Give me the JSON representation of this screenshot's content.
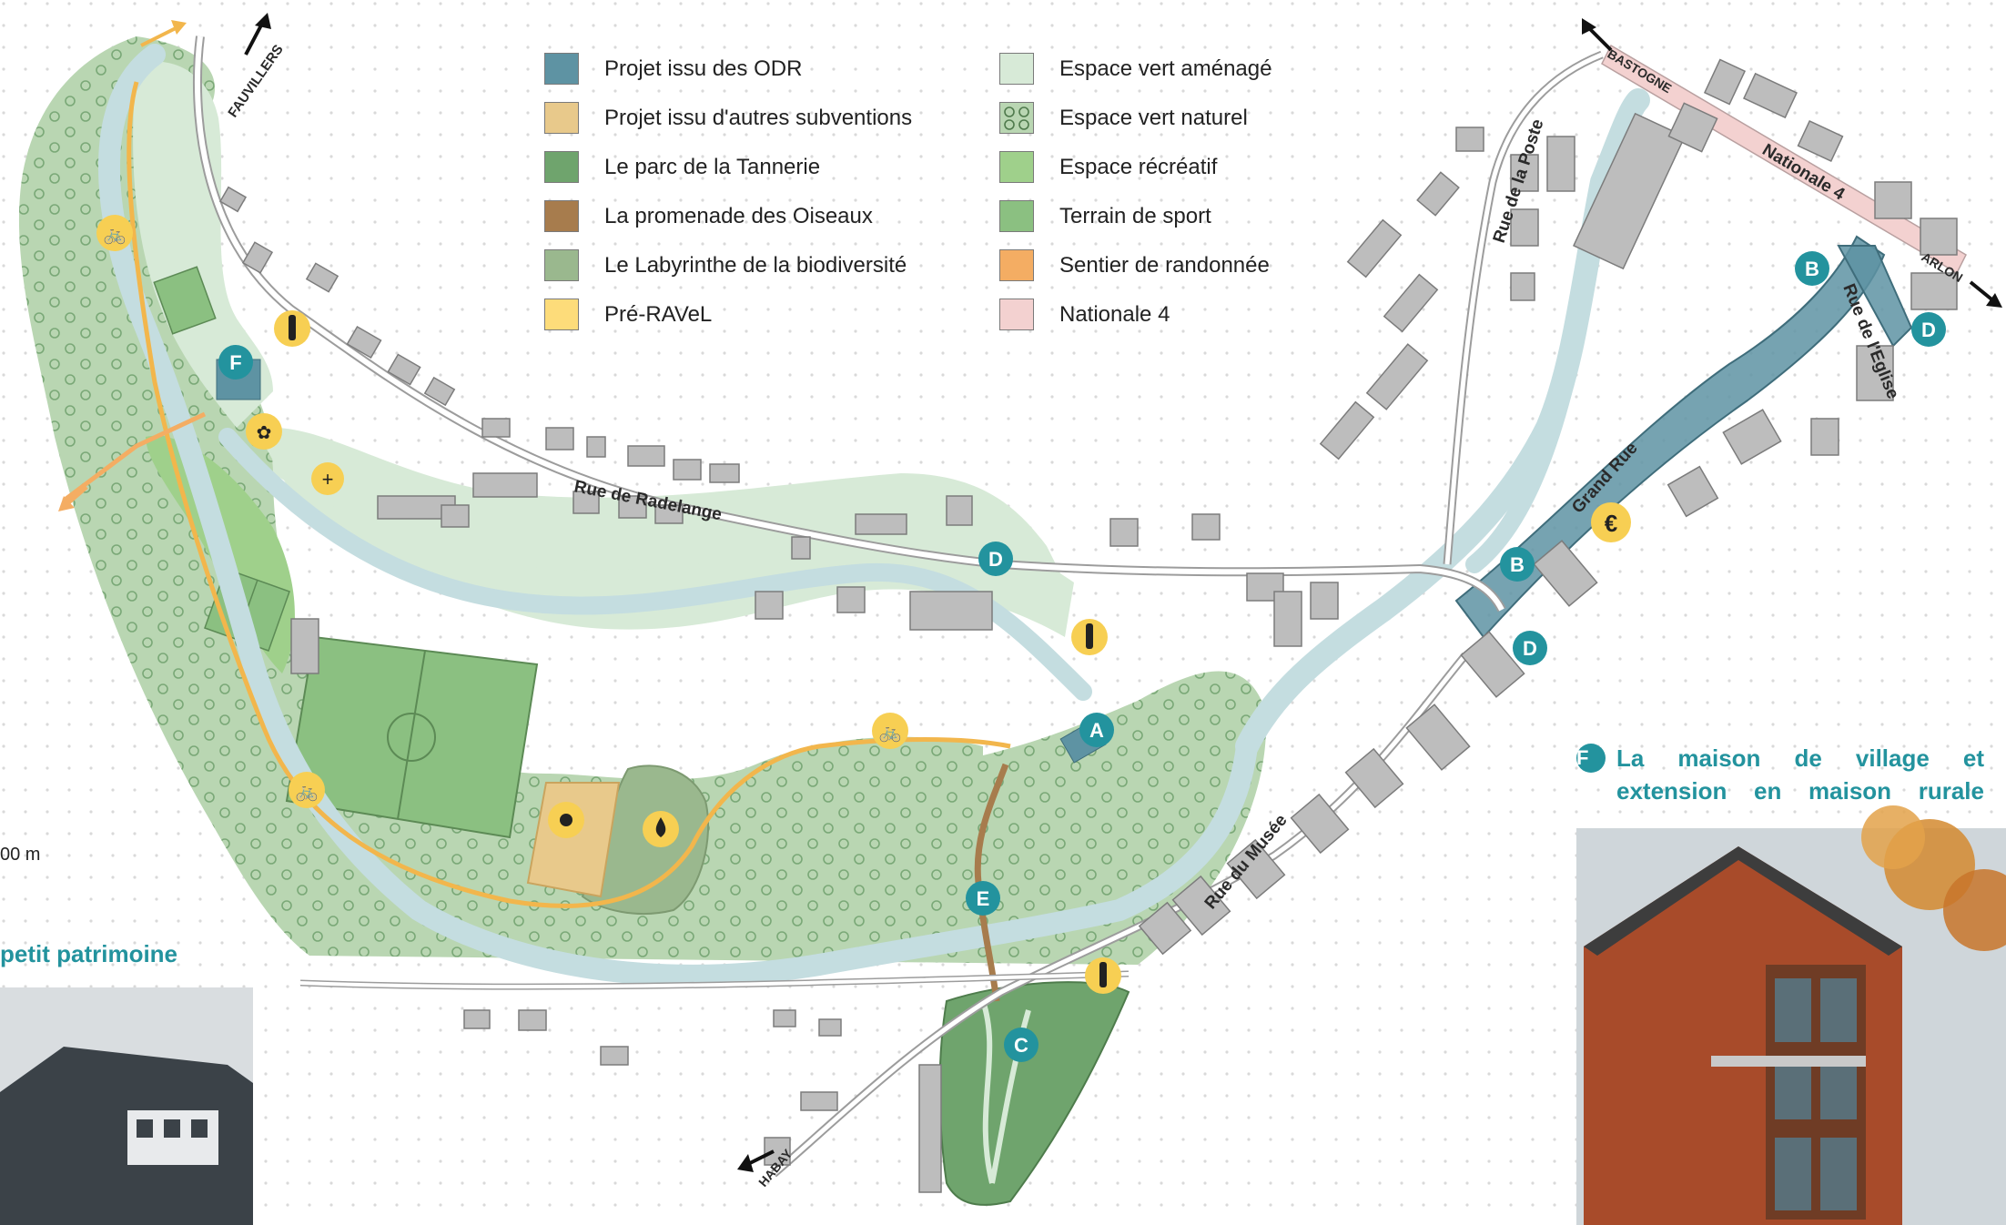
{
  "legend": [
    {
      "label": "Projet issu des ODR",
      "color": "#5e93a3"
    },
    {
      "label": "Espace vert aménagé",
      "color": "#d7ead7"
    },
    {
      "label": "Projet issu d'autres subventions",
      "color": "#e8c98b"
    },
    {
      "label": "Espace vert naturel",
      "color": "#b9d6b2",
      "pattern": "circles"
    },
    {
      "label": "Le parc de la Tannerie",
      "color": "#6fa46d"
    },
    {
      "label": "Espace récréatif",
      "color": "#9fd08b"
    },
    {
      "label": "La promenade des Oiseaux",
      "color": "#a77c4d"
    },
    {
      "label": "Terrain de sport",
      "color": "#8bc081"
    },
    {
      "label": "Le Labyrinthe de la biodiversité",
      "color": "#9ab88e"
    },
    {
      "label": "Sentier de randonnée",
      "color": "#f4ad63"
    },
    {
      "label": "Pré-RAVeL",
      "color": "#fddc7a"
    },
    {
      "label": "Nationale 4",
      "color": "#f3d1d0"
    }
  ],
  "roads": {
    "radelange": "Rue de Radelange",
    "poste": "Rue de la Poste",
    "nationale": "Nationale 4",
    "eglise": "Rue de l'Eglise",
    "grand_rue": "Grand Rue",
    "musee": "Rue du Musée"
  },
  "directions": {
    "fauvillers": "FAUVILLERS",
    "bastogne": "BASTOGNE",
    "arlon": "ARLON",
    "habay": "HABAY"
  },
  "markers": {
    "a": "A",
    "b1": "B",
    "b2": "B",
    "c": "C",
    "d1": "D",
    "d2": "D",
    "d3": "D",
    "e": "E",
    "f": "F"
  },
  "icons": {
    "euro": "€"
  },
  "card": {
    "badge": "F",
    "title_line1": "La maison de village et",
    "title_line2": "extension en maison rurale"
  },
  "left_caption": "petit patrimoine",
  "scale_text": "00 m",
  "colors": {
    "teal": "#23939e",
    "river": "#c4dde0",
    "bike_path": "#f2b64c",
    "icon_yellow": "#f7cf53"
  }
}
